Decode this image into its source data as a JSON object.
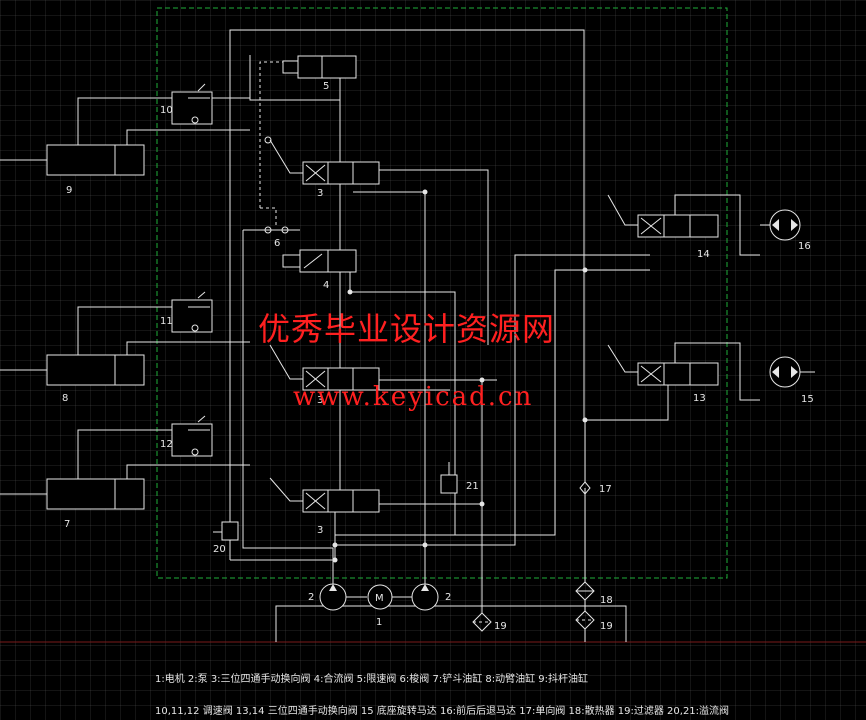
{
  "labels": {
    "l1": "1",
    "l2a": "2",
    "l2b": "2",
    "l3a": "3",
    "l3b": "3",
    "l3c": "3",
    "l4": "4",
    "l5": "5",
    "l6": "6",
    "l7": "7",
    "l8": "8",
    "l9": "9",
    "l10": "10",
    "l11": "11",
    "l12": "12",
    "l13": "13",
    "l14": "14",
    "l15": "15",
    "l16": "16",
    "l17": "17",
    "l18": "18",
    "l19a": "19",
    "l19b": "19",
    "l20": "20",
    "l21": "21",
    "motor": "M"
  },
  "watermark": {
    "line1": "优秀毕业设计资源网",
    "line2": "www.keyicad.cn"
  },
  "legend": {
    "line1": "1:电机  2:泵  3:三位四通手动换向阀  4:合流阀  5:限速阀  6:梭阀  7:铲斗油缸  8:动臂油缸  9:抖杆油缸",
    "line2": "10,11,12 调速阀  13,14 三位四通手动换向阀  15 底座旋转马达  16:前后后退马达  17:单向阀  18:散热器  19:过滤器  20,21:溢流阀"
  }
}
